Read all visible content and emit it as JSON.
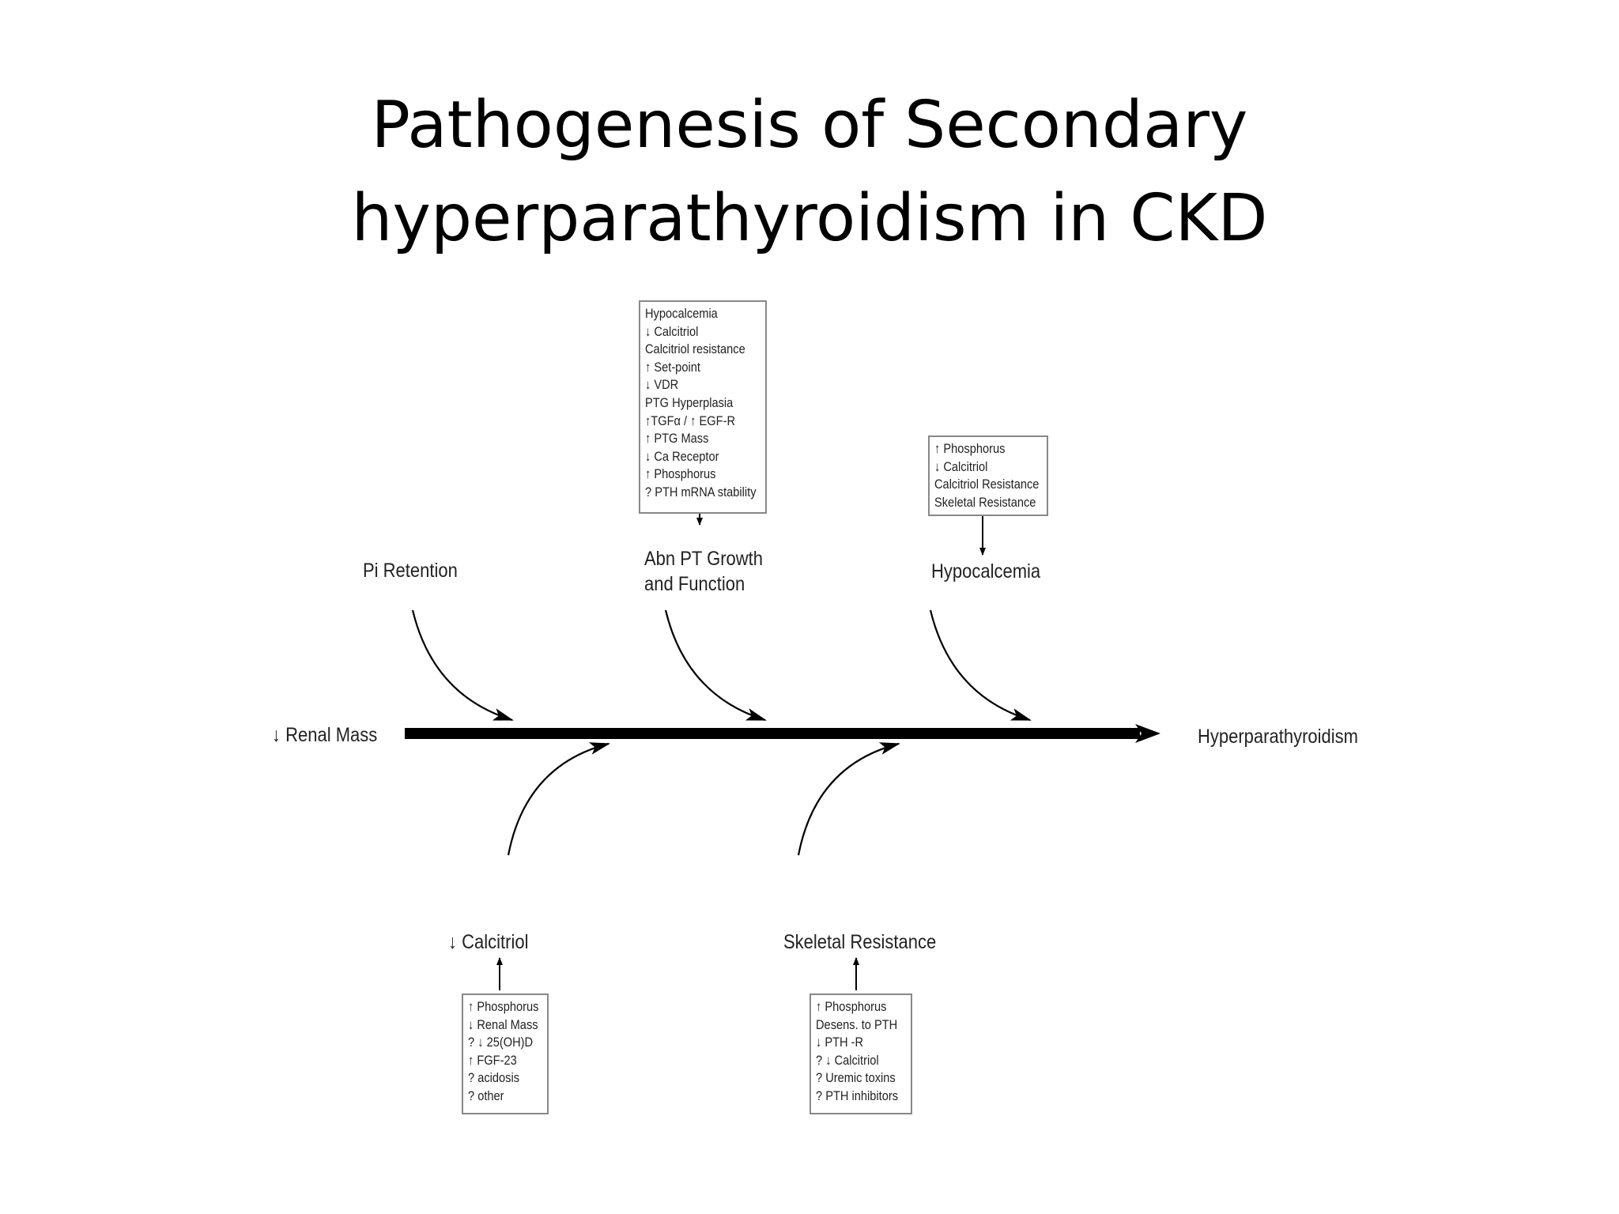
{
  "title": {
    "line1": "Pathogenesis of Secondary",
    "line2": "hyperparathyroidism in CKD"
  },
  "spine": {
    "start_label": "↓ Renal Mass",
    "end_label": "Hyperparathyroidism"
  },
  "causes": {
    "pi_retention": {
      "label": "Pi Retention"
    },
    "abn_pt": {
      "label_line1": "Abn PT Growth",
      "label_line2": "and Function",
      "factors": [
        "Hypocalcemia",
        "↓ Calcitriol",
        "Calcitriol resistance",
        "↑ Set-point",
        "↓ VDR",
        "PTG Hyperplasia",
        "↑TGFα / ↑ EGF-R",
        "↑ PTG Mass",
        "↓ Ca Receptor",
        "↑ Phosphorus",
        "? PTH mRNA stability"
      ]
    },
    "hypocalcemia": {
      "label": "Hypocalcemia",
      "factors": [
        "↑ Phosphorus",
        "↓ Calcitriol",
        "Calcitriol Resistance",
        "Skeletal Resistance"
      ]
    },
    "calcitriol": {
      "label": "↓ Calcitriol",
      "factors": [
        "↑ Phosphorus",
        "↓ Renal Mass",
        "? ↓ 25(OH)D",
        "↑ FGF-23",
        " ? acidosis",
        " ? other"
      ]
    },
    "skeletal_resistance": {
      "label": "Skeletal Resistance",
      "factors": [
        "↑ Phosphorus",
        "Desens. to PTH",
        "↓ PTH -R",
        "? ↓ Calcitriol",
        "? Uremic toxins",
        "? PTH inhibitors"
      ]
    }
  }
}
